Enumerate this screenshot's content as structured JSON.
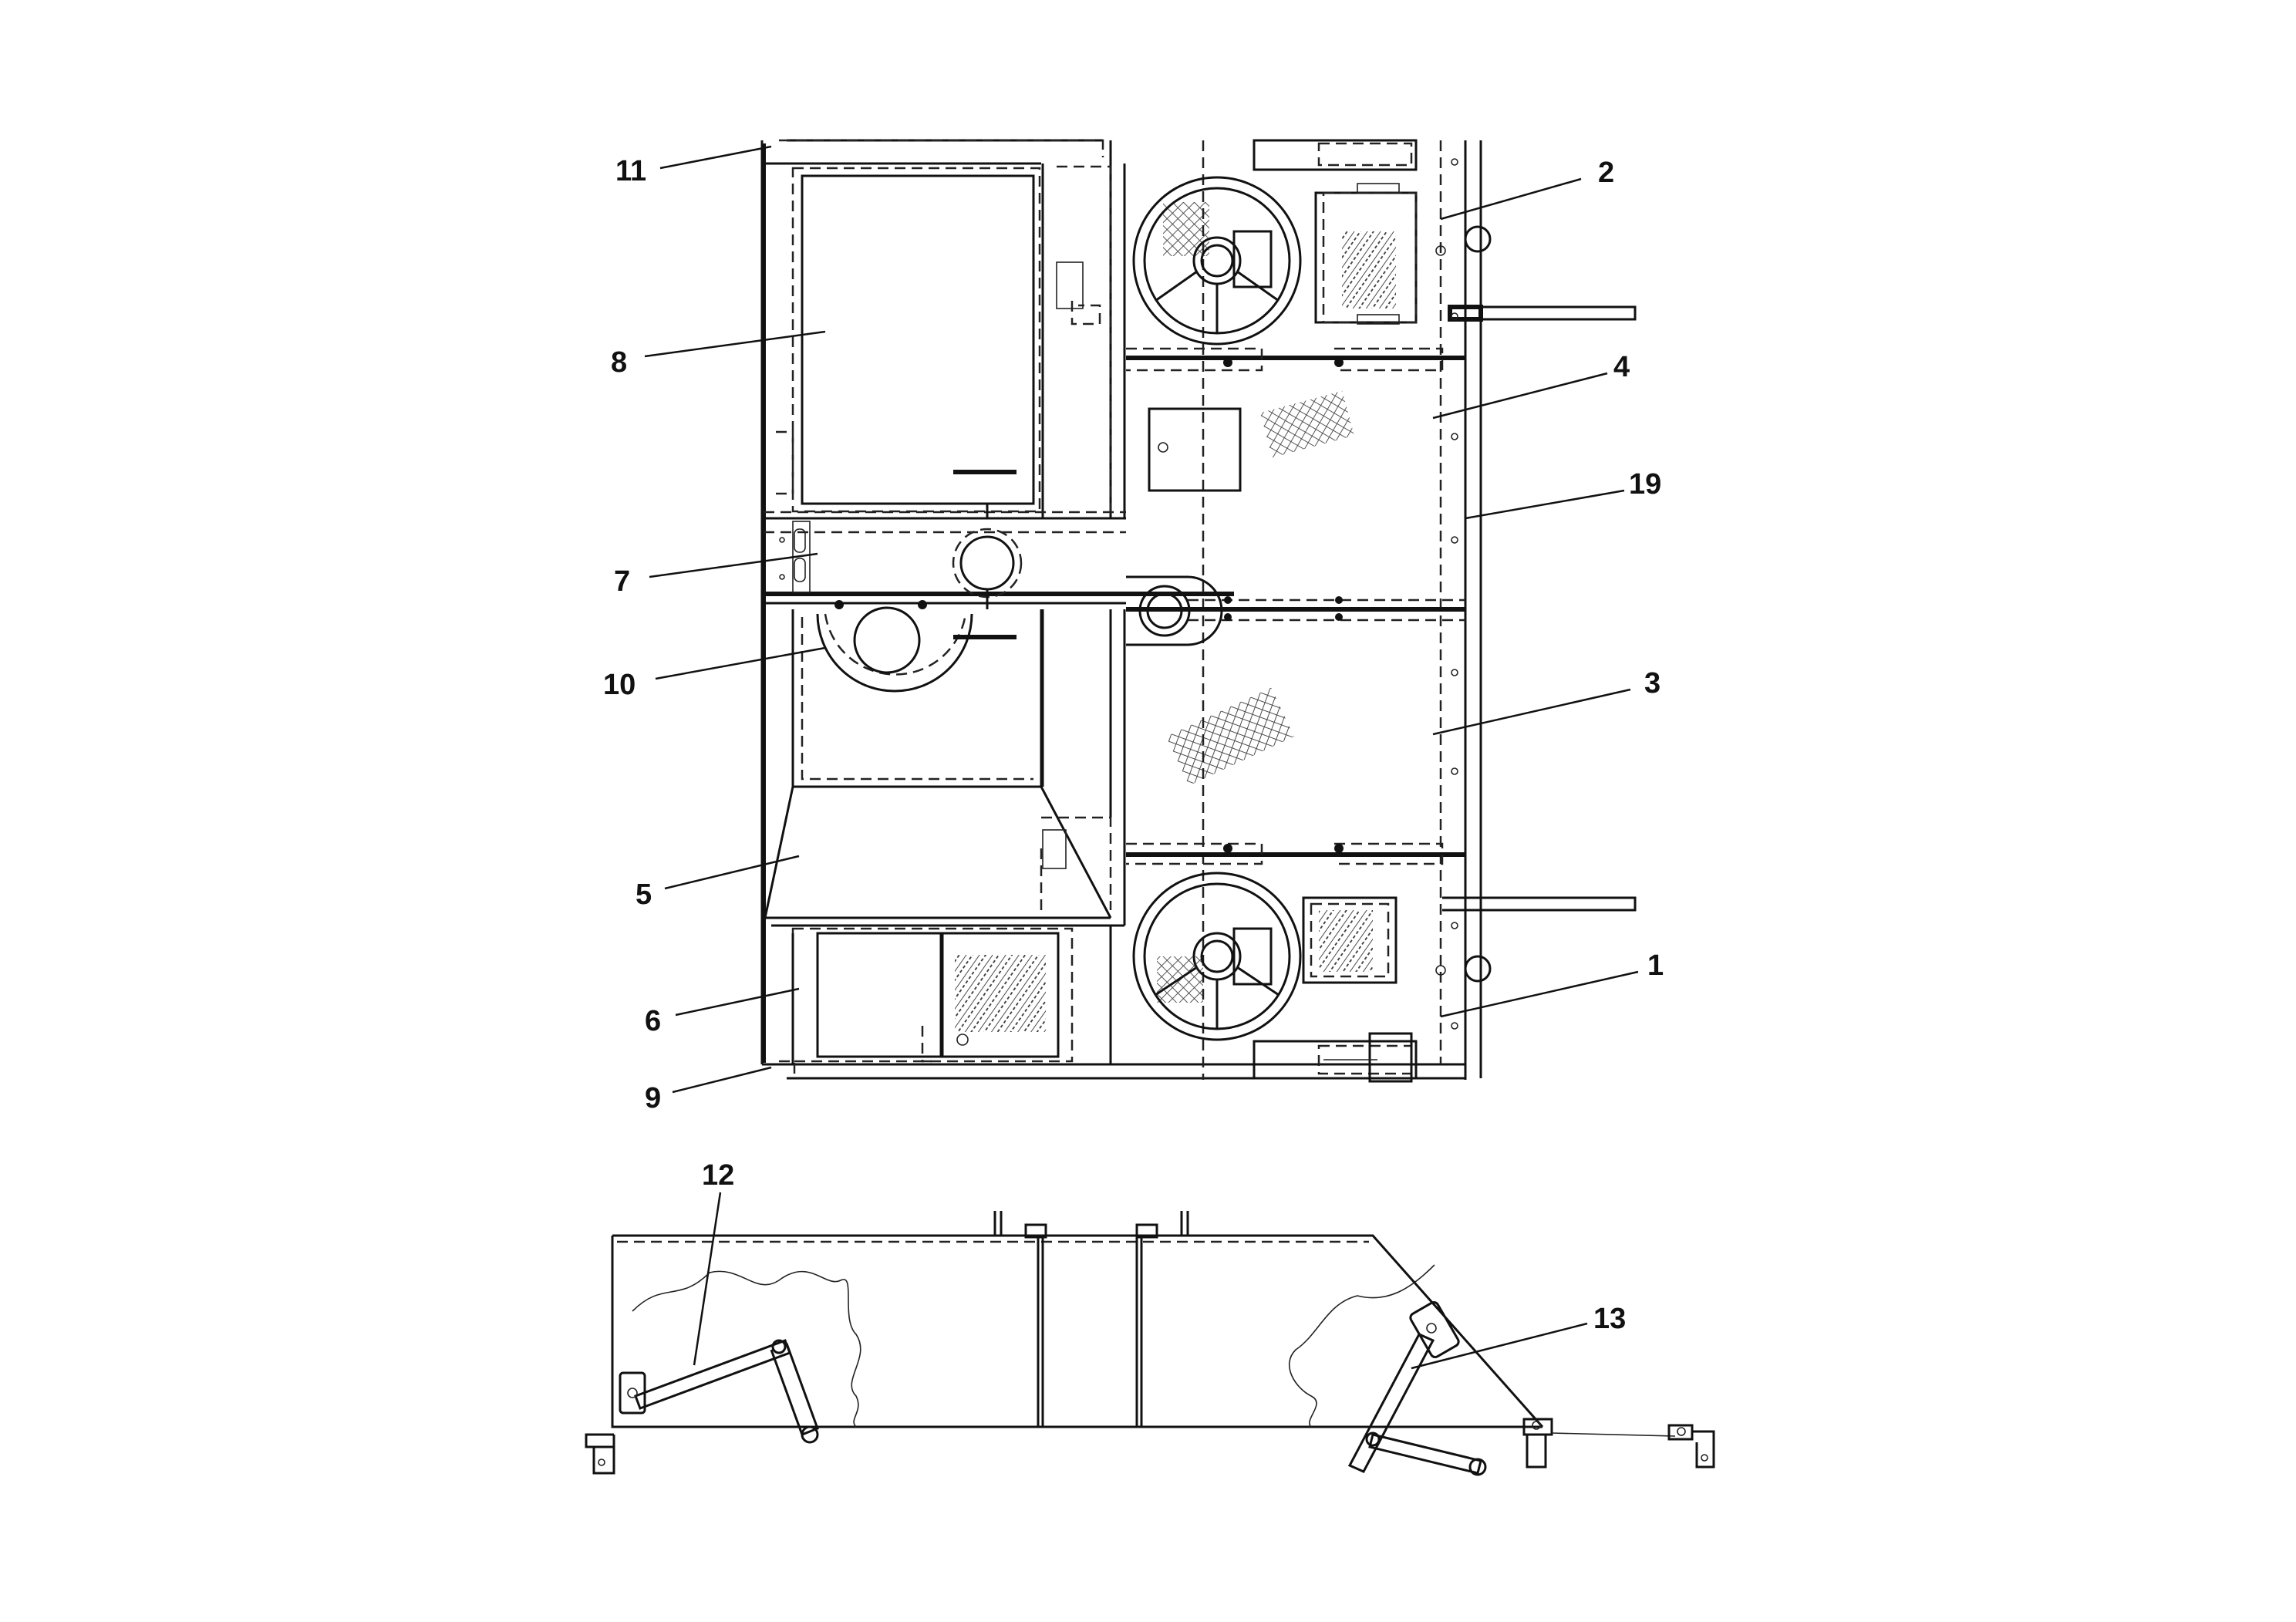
{
  "figure": {
    "callouts": [
      {
        "id": "c1",
        "label": "1"
      },
      {
        "id": "c2",
        "label": "2"
      },
      {
        "id": "c3",
        "label": "3"
      },
      {
        "id": "c4",
        "label": "4"
      },
      {
        "id": "c5",
        "label": "5"
      },
      {
        "id": "c6",
        "label": "6"
      },
      {
        "id": "c7",
        "label": "7"
      },
      {
        "id": "c8",
        "label": "8"
      },
      {
        "id": "c9",
        "label": "9"
      },
      {
        "id": "c10",
        "label": "10"
      },
      {
        "id": "c11",
        "label": "11"
      },
      {
        "id": "c12",
        "label": "12"
      },
      {
        "id": "c13",
        "label": "13"
      },
      {
        "id": "c19",
        "label": "19"
      }
    ]
  },
  "colors": {
    "line": "#111111",
    "background": "#ffffff"
  }
}
